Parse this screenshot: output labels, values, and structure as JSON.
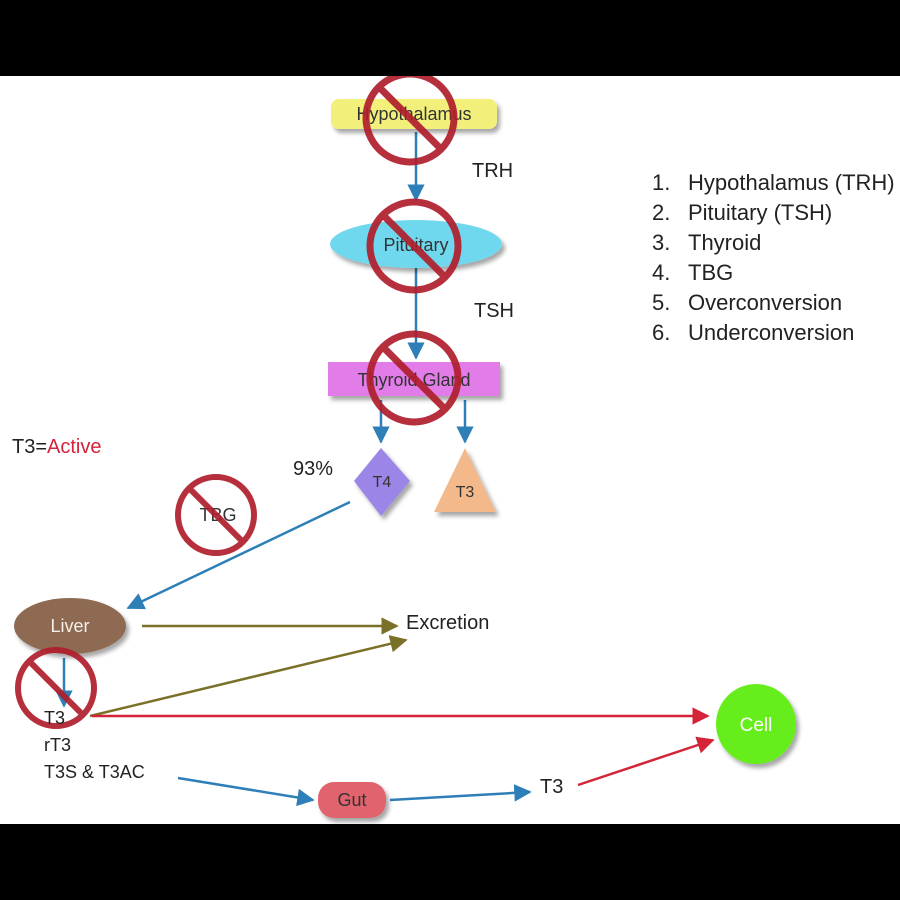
{
  "nodes": {
    "hypothalamus": "Hypothalamus",
    "pituitary": "Pituitary",
    "thyroid": "Thyroid Gland",
    "t4": "T4",
    "t3": "T3",
    "tbg": "TBG",
    "liver": "Liver",
    "gut": "Gut",
    "cell": "Cell"
  },
  "labels": {
    "trh": "TRH",
    "tsh": "TSH",
    "pct": "93%",
    "excretion": "Excretion",
    "liver_out_t3": "T3",
    "rt3": "rT3",
    "t3s": "T3S & T3AC",
    "gut_t3": "T3",
    "active_prefix": "T3=",
    "active_word": "Active"
  },
  "legend": [
    {
      "num": "1.",
      "text": "Hypothalamus (TRH)"
    },
    {
      "num": "2.",
      "text": "Pituitary (TSH)"
    },
    {
      "num": "3.",
      "text": "Thyroid"
    },
    {
      "num": "4.",
      "text": "TBG"
    },
    {
      "num": "5.",
      "text": "Overconversion"
    },
    {
      "num": "6.",
      "text": "Underconversion"
    }
  ],
  "colors": {
    "hypothalamus": "#f2f07a",
    "pituitary": "#6fd8ee",
    "thyroid": "#e27ce8",
    "t4": "#9b86e8",
    "t3": "#f3b98a",
    "liver": "#8e6a52",
    "gut": "#e0646e",
    "cell": "#66ee1e",
    "no_sign": "#b01e2c",
    "arrow_blue": "#2e7fb8",
    "arrow_red": "#d4243a",
    "arrow_olive": "#7a7028",
    "active_red": "#d4243a"
  }
}
